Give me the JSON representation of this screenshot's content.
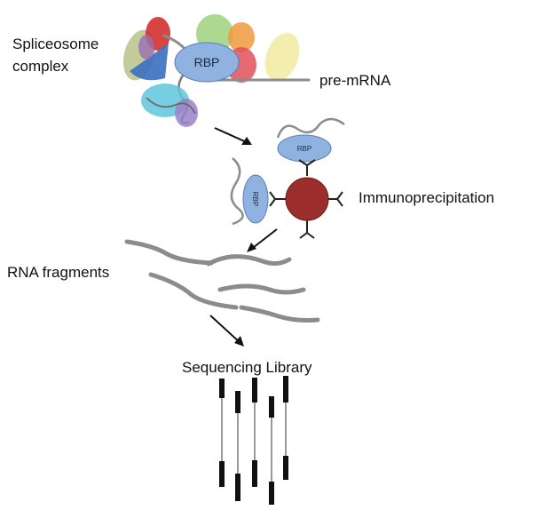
{
  "labels": {
    "spliceosome_line1": "Spliceosome",
    "spliceosome_line2": "complex",
    "pre_mrna": "pre-mRNA",
    "rbp_main": "RBP",
    "rbp_small_top": "RBP",
    "rbp_small_left": "RBP",
    "immunoprecipitation": "Immunoprecipitation",
    "rna_fragments": "RNA fragments",
    "sequencing_library": "Sequencing Library"
  },
  "colors": {
    "rbp_fill": "#8fb2e0",
    "rbp_stroke": "#5a7fb8",
    "bead_fill": "#9b2d2d",
    "rna_strand": "#8c8c8c",
    "antibody": "#222222",
    "read_bar": "#111111",
    "read_line": "#9a9a9a"
  }
}
